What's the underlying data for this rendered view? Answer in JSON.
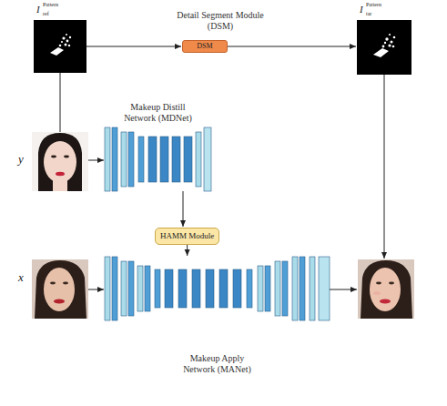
{
  "diagram": {
    "nodes": [
      {
        "text": [
          "Detail Segment Module (DSM)",
          "DSM"
        ]
      },
      {
        "text": [
          "Makeup Distill Network (MDNet)"
        ]
      },
      {
        "text": [
          "HAMM Module"
        ]
      },
      {
        "text": [
          "Makeup Apply Network (MANet)"
        ]
      }
    ],
    "edges": [
      {
        "from": 1,
        "to": 2,
        "arrow": "to"
      },
      {
        "from": 2,
        "to": 3,
        "arrow": "to"
      }
    ],
    "labels": [
      "I",
      "Pattern",
      "ref",
      "I",
      "Pattern",
      "tar",
      "y",
      "x"
    ]
  }
}
